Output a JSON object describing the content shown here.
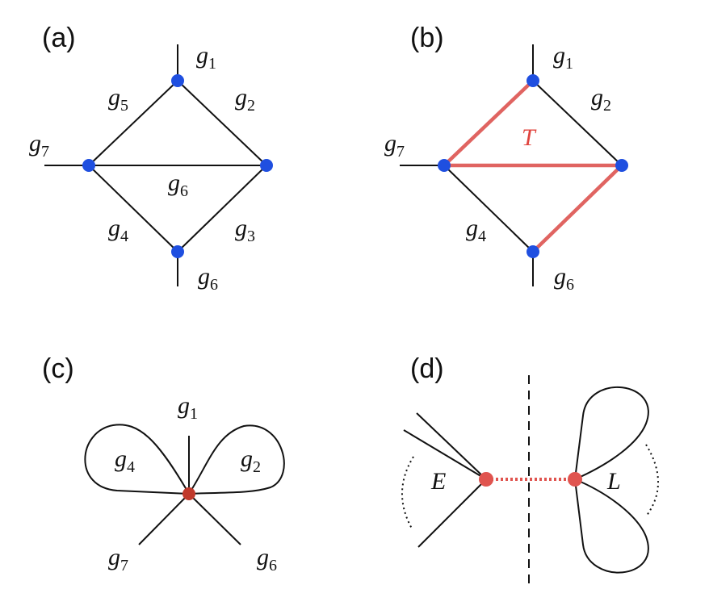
{
  "panels": {
    "a": {
      "label": "(a)",
      "edge_labels": {
        "g1": {
          "base": "g",
          "sub": "1"
        },
        "g2": {
          "base": "g",
          "sub": "2"
        },
        "g3": {
          "base": "g",
          "sub": "3"
        },
        "g4": {
          "base": "g",
          "sub": "4"
        },
        "g5": {
          "base": "g",
          "sub": "5"
        },
        "g6_mid": {
          "base": "g",
          "sub": "6"
        },
        "g6_bottom": {
          "base": "g",
          "sub": "6"
        },
        "g7": {
          "base": "g",
          "sub": "7"
        }
      }
    },
    "b": {
      "label": "(b)",
      "tree_label": "T",
      "edge_labels": {
        "g1": {
          "base": "g",
          "sub": "1"
        },
        "g2": {
          "base": "g",
          "sub": "2"
        },
        "g4": {
          "base": "g",
          "sub": "4"
        },
        "g6": {
          "base": "g",
          "sub": "6"
        },
        "g7": {
          "base": "g",
          "sub": "7"
        }
      }
    },
    "c": {
      "label": "(c)",
      "edge_labels": {
        "g1": {
          "base": "g",
          "sub": "1"
        },
        "g2": {
          "base": "g",
          "sub": "2"
        },
        "g4": {
          "base": "g",
          "sub": "4"
        },
        "g6": {
          "base": "g",
          "sub": "6"
        },
        "g7": {
          "base": "g",
          "sub": "7"
        }
      }
    },
    "d": {
      "label": "(d)",
      "left_label": "E",
      "right_label": "L"
    }
  },
  "colors": {
    "vertex": "#1f4fe0",
    "tree": "#e06461",
    "tree_label": "#e0443e",
    "contracted_vertex": "#c0392b",
    "d_vertex": "#e0544f"
  }
}
